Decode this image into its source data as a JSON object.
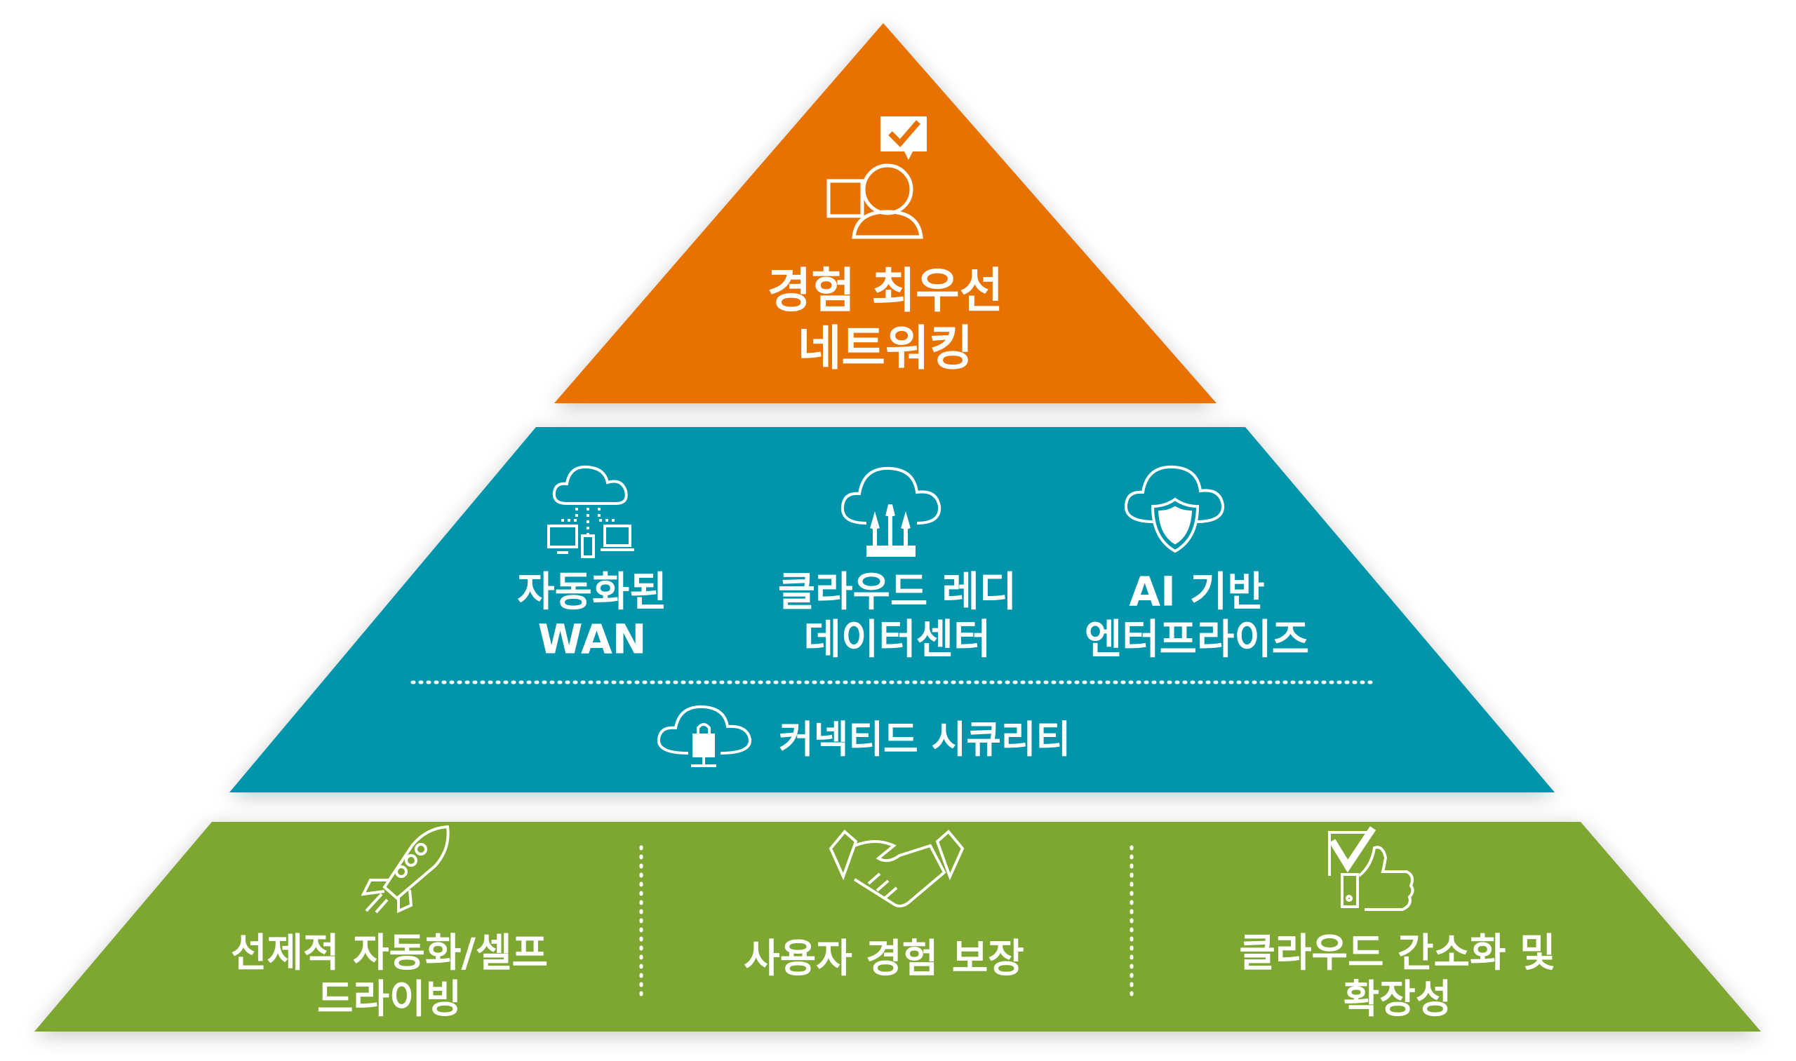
{
  "colors": {
    "top": "#E87200",
    "middle": "#0095AA",
    "bottom": "#7EA733",
    "text": "#FFFFFF"
  },
  "top_tier": {
    "icon": "user-computer-check-icon",
    "title_line1": "경험 최우선",
    "title_line2": "네트워킹"
  },
  "middle_tier": {
    "items": [
      {
        "icon": "cloud-devices-icon",
        "line1": "자동화된",
        "line2": "WAN"
      },
      {
        "icon": "cloud-upload-arrows-icon",
        "line1": "클라우드 레디",
        "line2": "데이터센터"
      },
      {
        "icon": "cloud-shield-icon",
        "line1": "AI 기반",
        "line2": "엔터프라이즈"
      }
    ],
    "foundation": {
      "icon": "cloud-lock-icon",
      "label": "커넥티드 시큐리티"
    }
  },
  "bottom_tier": {
    "items": [
      {
        "icon": "rocket-icon",
        "line1": "선제적 자동화/셀프",
        "line2": "드라이빙"
      },
      {
        "icon": "handshake-icon",
        "line1": "사용자 경험 보장",
        "line2": ""
      },
      {
        "icon": "thumbs-up-check-icon",
        "line1": "클라우드 간소화 및",
        "line2": "확장성"
      }
    ]
  }
}
